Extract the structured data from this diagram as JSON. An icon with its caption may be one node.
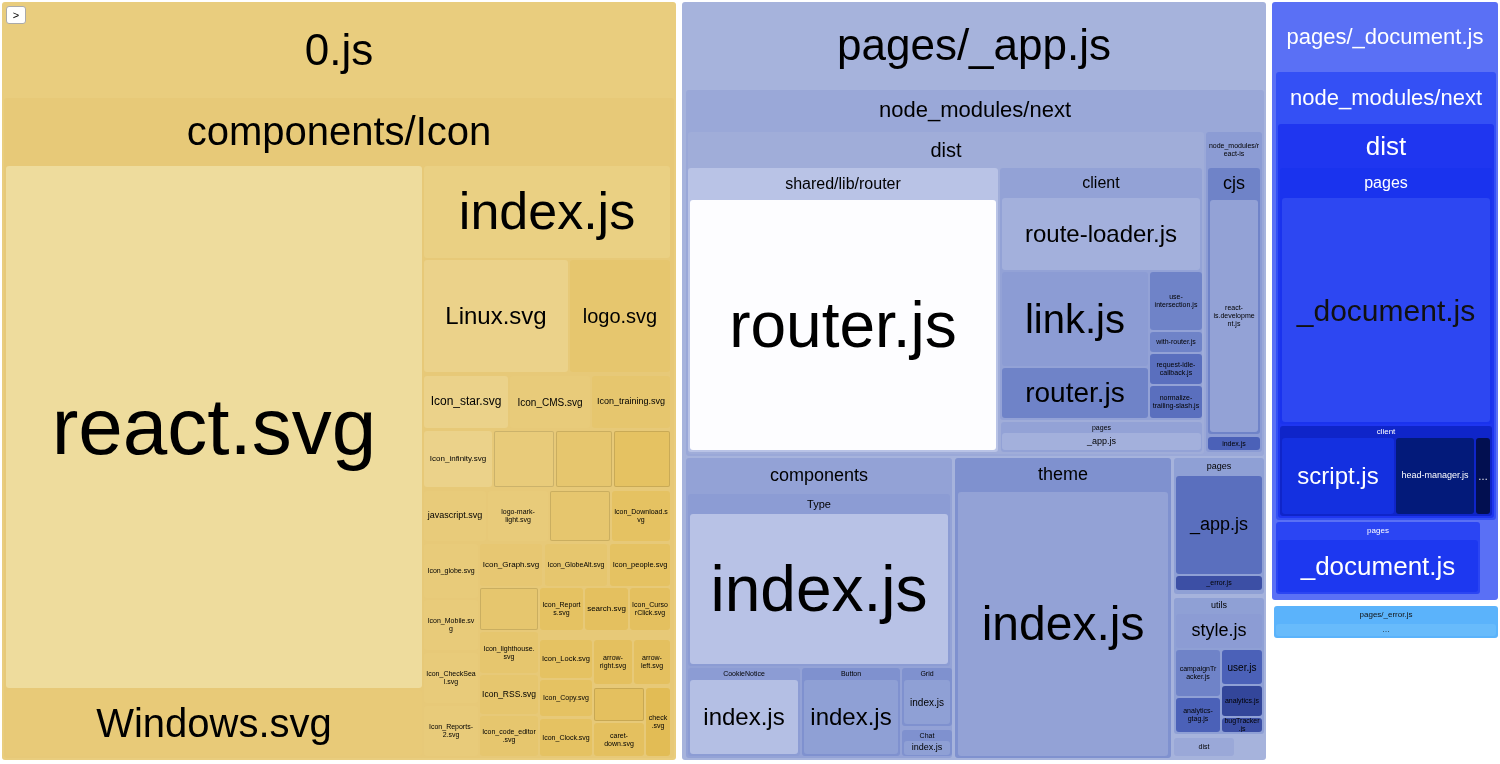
{
  "diagram": {
    "nodes": [
      {
        "text": [
          "0.js"
        ]
      },
      {
        "text": [
          "components/Icon"
        ],
        "in": 0
      },
      {
        "text": [
          "react.svg"
        ],
        "in": 1
      },
      {
        "text": [
          "Windows.svg"
        ],
        "in": 1
      },
      {
        "text": [
          "index.js"
        ],
        "in": 1
      },
      {
        "text": [
          "Linux.svg"
        ],
        "in": 1
      },
      {
        "text": [
          "logo.svg"
        ],
        "in": 1
      },
      {
        "text": [
          "Icon_star.svg"
        ],
        "in": 1
      },
      {
        "text": [
          "Icon_CMS.svg"
        ],
        "in": 1
      },
      {
        "text": [
          "Icon_training.svg"
        ],
        "in": 1
      },
      {
        "text": [
          "Icon_infinity.svg"
        ],
        "in": 1
      },
      {
        "text": [],
        "shape": "box",
        "in": 1
      },
      {
        "text": [],
        "shape": "box",
        "in": 1
      },
      {
        "text": [],
        "shape": "box",
        "in": 1
      },
      {
        "text": [
          "javascript.svg"
        ],
        "in": 1
      },
      {
        "text": [
          "logo-mark-light.svg"
        ],
        "in": 1
      },
      {
        "text": [],
        "shape": "box",
        "in": 1
      },
      {
        "text": [
          "Icon_Download.svg"
        ],
        "in": 1
      },
      {
        "text": [
          "Icon_globe.svg"
        ],
        "in": 1
      },
      {
        "text": [
          "Icon_Graph.svg"
        ],
        "in": 1
      },
      {
        "text": [
          "Icon_GlobeAlt.svg"
        ],
        "in": 1
      },
      {
        "text": [
          "Icon_people.svg"
        ],
        "in": 1
      },
      {
        "text": [
          "Icon_Mobile.svg"
        ],
        "in": 1
      },
      {
        "text": [],
        "shape": "box",
        "in": 1
      },
      {
        "text": [
          "Icon_Reports.svg"
        ],
        "in": 1
      },
      {
        "text": [
          "search.svg"
        ],
        "in": 1
      },
      {
        "text": [
          "Icon_CursorClick.svg"
        ],
        "in": 1
      },
      {
        "text": [
          "Icon_lighthouse.svg"
        ],
        "in": 1
      },
      {
        "text": [
          "Icon_Lock.svg"
        ],
        "in": 1
      },
      {
        "text": [
          "arrow-right.svg"
        ],
        "in": 1
      },
      {
        "text": [
          "arrow-left.svg"
        ],
        "in": 1
      },
      {
        "text": [
          "Icon_CheckSeal.svg"
        ],
        "in": 1
      },
      {
        "text": [
          "Icon_RSS.svg"
        ],
        "in": 1
      },
      {
        "text": [
          "Icon_Copy.svg"
        ],
        "in": 1
      },
      {
        "text": [],
        "shape": "box",
        "in": 1
      },
      {
        "text": [
          "check.svg"
        ],
        "in": 1
      },
      {
        "text": [
          "Icon_Reports-2.svg"
        ],
        "in": 1
      },
      {
        "text": [
          "Icon_code_editor.svg"
        ],
        "in": 1
      },
      {
        "text": [
          "Icon_Clock.svg"
        ],
        "in": 1
      },
      {
        "text": [
          "caret-down.svg"
        ],
        "in": 1
      },
      {
        "text": [
          "pages/_app.js"
        ]
      },
      {
        "text": [
          "node_modules/next"
        ],
        "in": 40
      },
      {
        "text": [
          "dist"
        ],
        "in": 41
      },
      {
        "text": [
          "shared/lib/router"
        ],
        "in": 42
      },
      {
        "text": [
          "router.js"
        ],
        "in": 43
      },
      {
        "text": [
          "client"
        ],
        "in": 42
      },
      {
        "text": [
          "route-loader.js"
        ],
        "in": 45
      },
      {
        "text": [
          "link.js"
        ],
        "in": 45
      },
      {
        "text": [
          "use-intersection.js"
        ],
        "in": 45
      },
      {
        "text": [
          "with-router.js"
        ],
        "in": 45
      },
      {
        "text": [
          "router.js"
        ],
        "in": 45
      },
      {
        "text": [
          "request-idle-callback.js"
        ],
        "in": 45
      },
      {
        "text": [
          "normalize-trailing-slash.js"
        ],
        "in": 45
      },
      {
        "text": [
          "pages"
        ],
        "in": 42
      },
      {
        "text": [
          "_app.js"
        ],
        "in": 53
      },
      {
        "text": [
          "node_modules/react-is"
        ],
        "in": 41
      },
      {
        "text": [
          "cjs"
        ],
        "in": 55
      },
      {
        "text": [
          "react-is.development.js"
        ],
        "in": 56
      },
      {
        "text": [
          "index.js"
        ],
        "in": 55
      },
      {
        "text": [
          "components"
        ],
        "in": 40
      },
      {
        "text": [
          "Type"
        ],
        "in": 59
      },
      {
        "text": [
          "index.js"
        ],
        "in": 60
      },
      {
        "text": [
          "CookieNotice"
        ],
        "in": 59
      },
      {
        "text": [
          "index.js"
        ],
        "in": 62
      },
      {
        "text": [
          "Button"
        ],
        "in": 59
      },
      {
        "text": [
          "index.js"
        ],
        "in": 64
      },
      {
        "text": [
          "Grid"
        ],
        "in": 59
      },
      {
        "text": [
          "index.js"
        ],
        "in": 66
      },
      {
        "text": [
          "Chat"
        ],
        "in": 59
      },
      {
        "text": [
          "index.js"
        ],
        "in": 68
      },
      {
        "text": [
          "theme"
        ],
        "in": 40
      },
      {
        "text": [
          "index.js"
        ],
        "in": 70
      },
      {
        "text": [
          "pages"
        ],
        "in": 40
      },
      {
        "text": [
          "_app.js"
        ],
        "in": 72
      },
      {
        "text": [
          "_error.js"
        ],
        "in": 72
      },
      {
        "text": [
          "utils"
        ],
        "in": 40
      },
      {
        "text": [
          "style.js"
        ],
        "in": 75
      },
      {
        "text": [
          "campaignTracker.js"
        ],
        "in": 75
      },
      {
        "text": [
          "user.js"
        ],
        "in": 75
      },
      {
        "text": [
          "analytics-gtag.js"
        ],
        "in": 75
      },
      {
        "text": [
          "analytics.js"
        ],
        "in": 75
      },
      {
        "text": [
          "bugTracker.js"
        ],
        "in": 75
      },
      {
        "text": [
          "dist"
        ],
        "in": 40
      },
      {
        "text": [
          "pages/_document.js"
        ]
      },
      {
        "text": [
          "node_modules/next"
        ],
        "in": 83
      },
      {
        "text": [
          "dist"
        ],
        "in": 84
      },
      {
        "text": [
          "pages"
        ],
        "in": 85
      },
      {
        "text": [
          "_document.js"
        ],
        "in": 86
      },
      {
        "text": [
          "client"
        ],
        "in": 85
      },
      {
        "text": [
          "script.js"
        ],
        "in": 88
      },
      {
        "text": [
          "head-manager.js"
        ],
        "in": 88
      },
      {
        "text": [
          "…"
        ],
        "in": 88
      },
      {
        "text": [
          "pages"
        ],
        "in": 83
      },
      {
        "text": [
          "_document.js"
        ],
        "in": 92
      },
      {
        "text": [
          "pages/_error.js"
        ]
      },
      {
        "text": [
          "…"
        ],
        "in": 94
      }
    ],
    "labels": [
      ">"
    ]
  }
}
